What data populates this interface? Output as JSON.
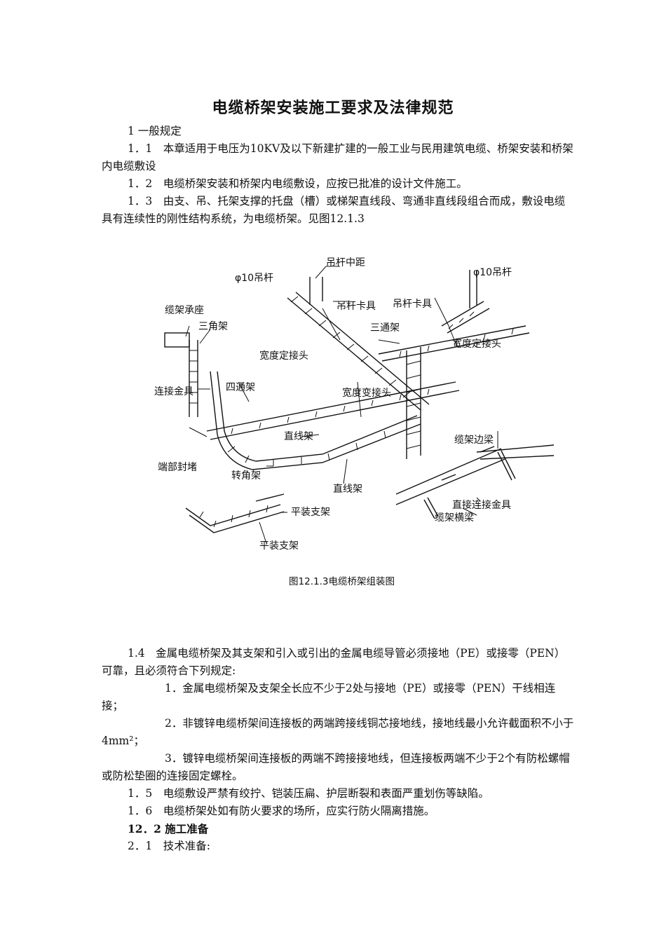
{
  "document": {
    "title": "电缆桥架安装施工要求及法律规范",
    "paragraphs": [
      "1 一般规定",
      "1．1　本章适用于电压为10KV及以下新建扩建的一般工业与民用建筑电缆、桥架安装和桥架内电缆敷设",
      "1．2　电缆桥架安装和桥架内电缆敷设，应按已批准的设计文件施工。",
      "1．3　由支、吊、托架支撑的托盘（槽）或梯架直线段、弯通非直线段组合而成，敷设电缆具有连续性的刚性结构系统，为电缆桥架。见图12.1.3"
    ],
    "figure": {
      "caption": "图12.1.3电缆桥架组装图",
      "labels": {
        "rod_spacing": "吊杆中距",
        "rod_left": "φ10吊杆",
        "rod_right": "φ10吊杆",
        "rod_clamp_left": "吊杆卡具",
        "rod_clamp_right": "吊杆卡具",
        "bearing_seat": "缆架承座",
        "triangle_bracket": "三角架",
        "tee": "三通架",
        "width_joint_1": "宽度定接头",
        "width_joint_2": "宽度定接头",
        "connector": "连接金具",
        "cross": "四通架",
        "reducer": "宽度变接头",
        "straight_1": "直线架",
        "straight_2": "直线架",
        "end_cap": "端部封堵",
        "elbow": "转角架",
        "side_beam": "缆架边梁",
        "direct_connector": "直接连接金具",
        "cross_beam": "缆架横梁",
        "flat_bracket_1": "平装支架",
        "flat_bracket_2": "平装支架"
      }
    },
    "paragraphs2": [
      "1.4　金属电缆桥架及其支架和引入或引出的金属电缆导管必须接地（PE）或接零（PEN）可靠，且必须符合下列规定:",
      "1．金属电缆桥架及支架全长应不少于2处与接地（PE）或接零（PEN）干线相连接；",
      "2．非镀锌电缆桥架间连接板的两端跨接线铜芯接地线，接地线最小允许截面积不小于4mm²；",
      "3．镀锌电缆桥架间连接板的两端不跨接接地线，但连接板两端不少于2个有防松螺帽或防松垫圈的连接固定螺栓。",
      "1．5　电缆敷设严禁有绞拧、铠装压扁、护层断裂和表面严重划伤等缺陷。",
      "1．6　电缆桥架处如有防火要求的场所，应实行防火隔离措施。",
      "12．2 施工准备",
      "2．1　技术准备:"
    ]
  }
}
